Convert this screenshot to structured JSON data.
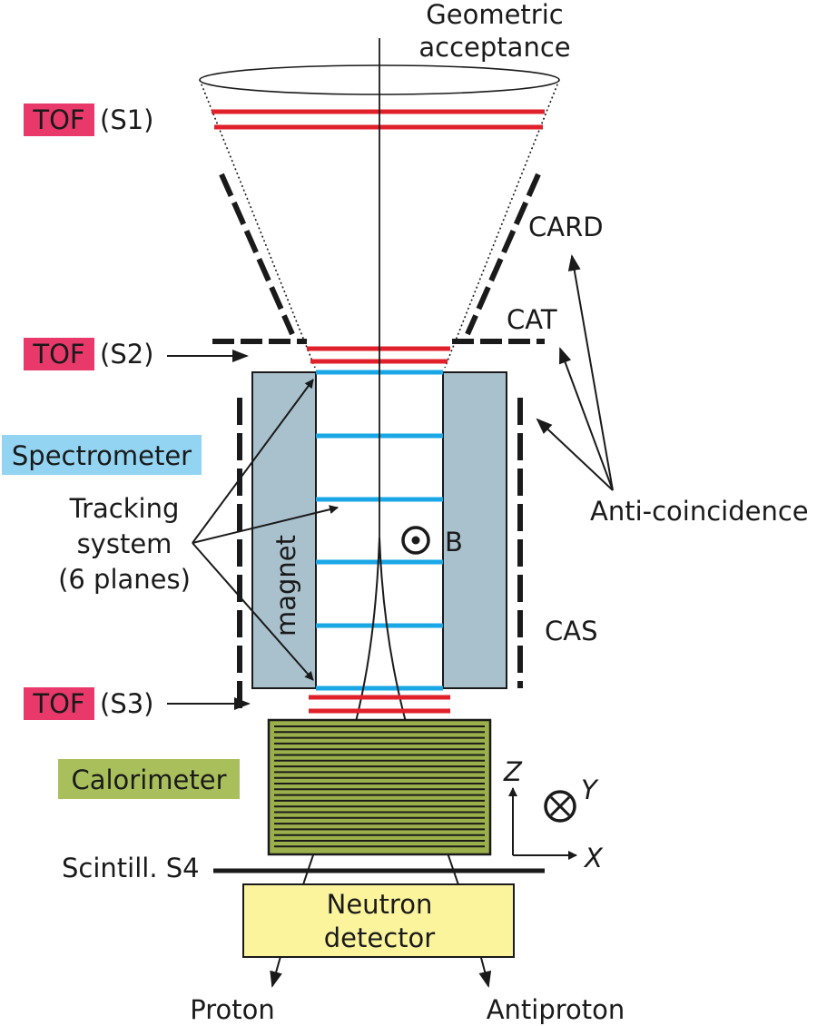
{
  "labels": {
    "geometric_acceptance_line1": "Geometric",
    "geometric_acceptance_line2": "acceptance",
    "tof": "TOF",
    "s1": "(S1)",
    "s2": "(S2)",
    "s3": "(S3)",
    "card": "CARD",
    "cat": "CAT",
    "cas": "CAS",
    "spectrometer": "Spectrometer",
    "tracking_line1": "Tracking",
    "tracking_line2": "system",
    "tracking_line3": "(6 planes)",
    "magnet": "magnet",
    "field": "B",
    "anticoincidence": "Anti-coincidence",
    "calorimeter": "Calorimeter",
    "axis_z": "Z",
    "axis_y": "Y",
    "axis_x": "X",
    "scintillator": "Scintill. S4",
    "neutron_line1": "Neutron",
    "neutron_line2": "detector",
    "proton": "Proton",
    "antiproton": "Antiproton"
  },
  "colors": {
    "tof_red": "#e0202a",
    "tof_label_bg": "#e8396a",
    "tracker_blue": "#1aa7e6",
    "spectrometer_bg": "#92d4f2",
    "magnet_fill": "#a9c1cd",
    "calorimeter_fill": "#9bb04b",
    "calorimeter_label_bg": "#a9bf5b",
    "neutron_fill": "#fbf49d",
    "line": "#1a1a1a"
  }
}
